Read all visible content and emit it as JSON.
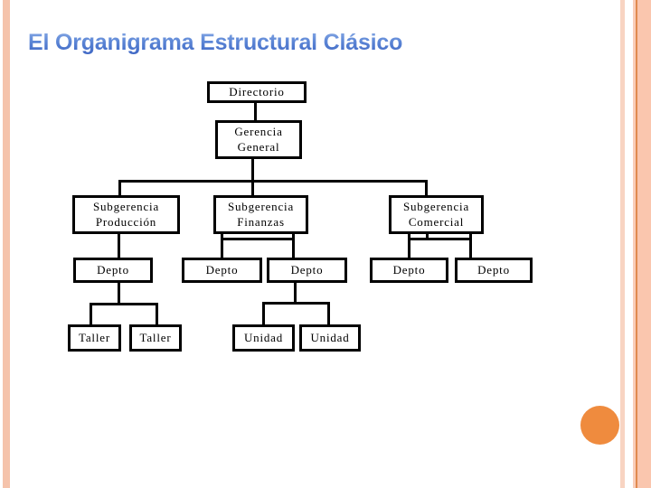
{
  "slide": {
    "title": "El Organigrama Estructural Clásico"
  },
  "decor": {
    "left_stripe_color": "#F5C3AB",
    "right_stripe_colors": [
      "#F8D4C2",
      "#F9CDB9",
      "#E08A4F",
      "#FAC6AE"
    ],
    "circle_color": "#EF8B3E",
    "line_color": "#000000",
    "title_gradient": [
      "#8AACE6",
      "#3A62C1"
    ]
  },
  "org": {
    "nodes": {
      "directorio": {
        "label": "Directorio"
      },
      "gerencia": {
        "label": "Gerencia General"
      },
      "sub_produccion": {
        "label": "Subgerencia Producción"
      },
      "sub_finanzas": {
        "label": "Subgerencia Finanzas"
      },
      "sub_comercial": {
        "label": "Subgerencia Comercial"
      },
      "depto1": {
        "label": "Depto"
      },
      "depto2": {
        "label": "Depto"
      },
      "depto3": {
        "label": "Depto"
      },
      "depto4": {
        "label": "Depto"
      },
      "depto5": {
        "label": "Depto"
      },
      "taller1": {
        "label": "Taller"
      },
      "taller2": {
        "label": "Taller"
      },
      "unidad1": {
        "label": "Unidad"
      },
      "unidad2": {
        "label": "Unidad"
      }
    },
    "hierarchy": {
      "Directorio": {
        "Gerencia General": {
          "Subgerencia Producción": {
            "Depto": [
              "Taller",
              "Taller"
            ]
          },
          "Subgerencia Finanzas": {
            "Depto_a": [],
            "Depto_b": [
              "Unidad",
              "Unidad"
            ]
          },
          "Subgerencia Comercial": {
            "Depto_c": [],
            "Depto_d": []
          }
        }
      }
    }
  }
}
